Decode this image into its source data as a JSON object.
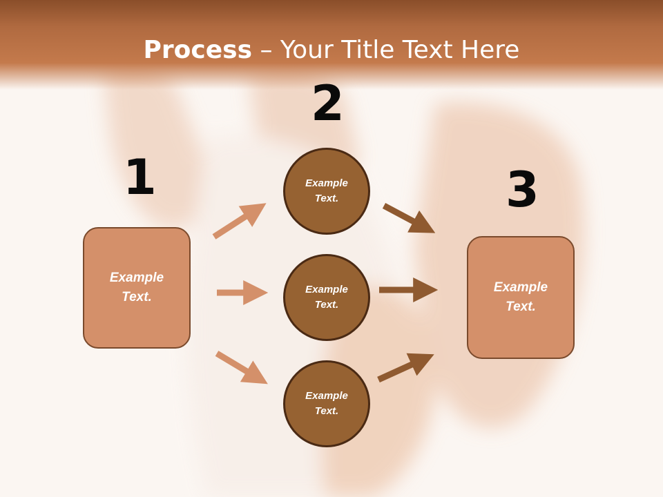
{
  "slide": {
    "title_bold": "Process",
    "title_rest": " – Your Title Text Here"
  },
  "steps": [
    {
      "number": "1",
      "text": "Example\nText."
    },
    {
      "number": "2",
      "text": "Example\nText."
    },
    {
      "number": "3",
      "text": "Example\nText."
    }
  ],
  "middle_circles": [
    {
      "text": "Example\nText."
    },
    {
      "text": "Example\nText."
    },
    {
      "text": "Example\nText."
    }
  ],
  "colors": {
    "title_bar": "#b06a40",
    "box_fill": "#d4906a",
    "circle_fill": "#966232",
    "arrow_light": "#d4906a",
    "arrow_dark": "#8f5a30"
  }
}
